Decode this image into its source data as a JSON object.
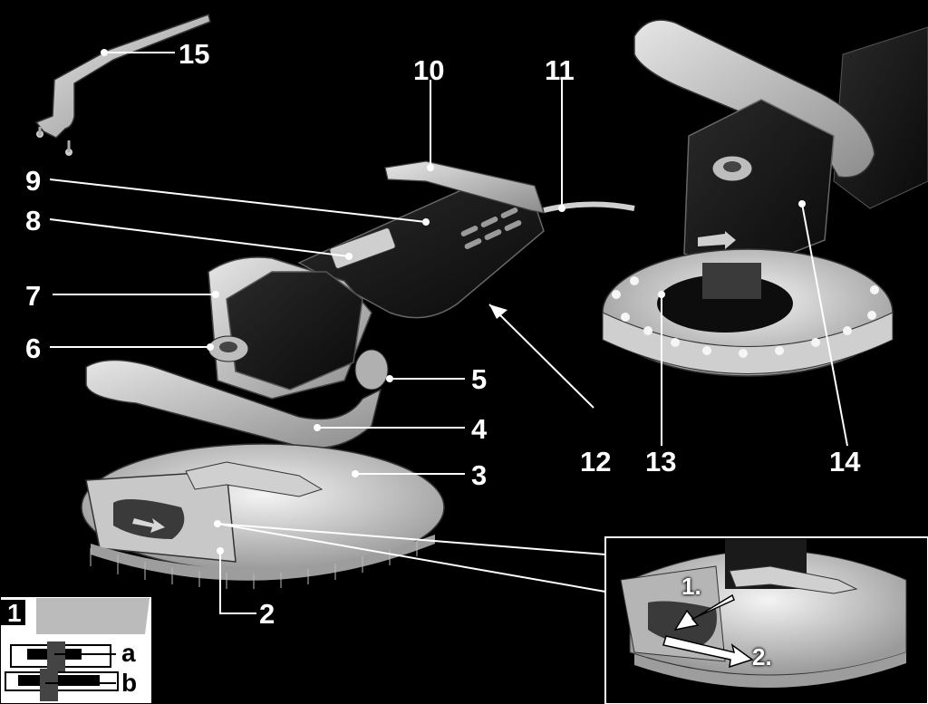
{
  "callouts": {
    "n1": "1",
    "n2": "2",
    "n3": "3",
    "n4": "4",
    "n5": "5",
    "n6": "6",
    "n7": "7",
    "n8": "8",
    "n9": "9",
    "n10": "10",
    "n11": "11",
    "n12": "12",
    "n13": "13",
    "n14": "14",
    "n15": "15"
  },
  "inset_bottom_left": {
    "panel_number": "1",
    "label_a": "a",
    "label_b": "b"
  },
  "inset_bottom_right": {
    "step_1": "1.",
    "step_2": "2."
  }
}
